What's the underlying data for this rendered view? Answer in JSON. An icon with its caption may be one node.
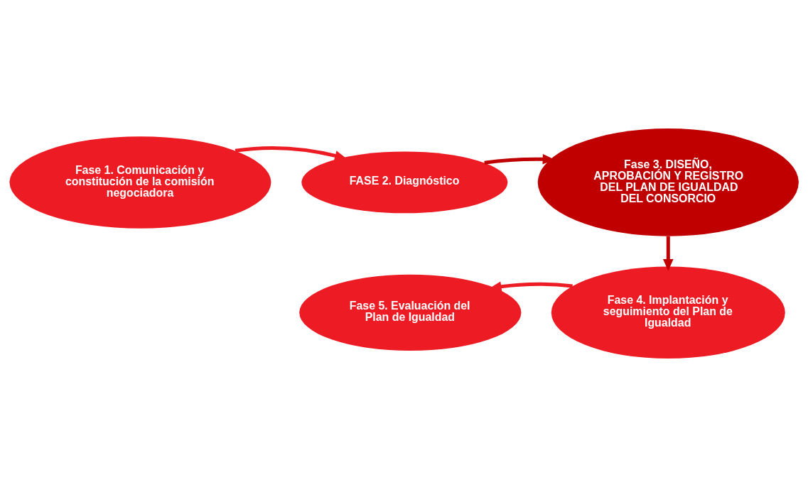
{
  "diagram": {
    "nodes": [
      {
        "text": [
          "Fase 1. Comunicación y constitución de la comisión negociadora"
        ]
      },
      {
        "text": [
          "FASE 2. Diagnóstico"
        ]
      },
      {
        "text": [
          "Fase 3. DISEÑO, APROBACIÓN Y REGISTRO DEL PLAN DE IGUALDAD DEL CONSORCIO"
        ]
      },
      {
        "text": [
          "Fase 4. Implantación y seguimiento del Plan de Igualdad"
        ]
      },
      {
        "text": [
          "Fase 5. Evaluación del Plan de Igualdad"
        ]
      }
    ],
    "edges": [
      {
        "from": 0,
        "to": 1,
        "arrow": "to"
      },
      {
        "from": 1,
        "to": 2,
        "arrow": "to",
        "color": "#c00000"
      },
      {
        "from": 2,
        "to": 3,
        "arrow": "to",
        "color": "#c00000"
      },
      {
        "from": 3,
        "to": 4,
        "arrow": "to"
      }
    ]
  }
}
